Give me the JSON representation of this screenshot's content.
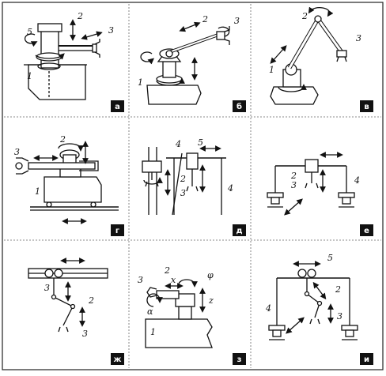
{
  "panels": [
    {
      "id": "a",
      "caption": "а",
      "labels": {
        "n1": "1",
        "n2": "2",
        "n3": "3",
        "n5": "5"
      }
    },
    {
      "id": "b",
      "caption": "б",
      "labels": {
        "n1": "1",
        "n2": "2",
        "n3": "3"
      }
    },
    {
      "id": "v",
      "caption": "в",
      "labels": {
        "n1": "1",
        "n2": "2",
        "n3": "3"
      }
    },
    {
      "id": "g",
      "caption": "г",
      "labels": {
        "n1": "1",
        "n2": "2",
        "n3": "3"
      }
    },
    {
      "id": "d",
      "caption": "д",
      "labels": {
        "n2": "2",
        "n3": "3",
        "n4a": "4",
        "n4b": "4",
        "n5": "5"
      }
    },
    {
      "id": "e",
      "caption": "е",
      "labels": {
        "n2": "2",
        "n3": "3",
        "n4": "4"
      }
    },
    {
      "id": "zh",
      "caption": "ж",
      "labels": {
        "n2": "2",
        "n3": "3"
      }
    },
    {
      "id": "z",
      "caption": "з",
      "labels": {
        "n1": "1",
        "n2": "2",
        "n3": "3",
        "x": "x",
        "z": "z",
        "phi": "φ",
        "alpha": "α"
      }
    },
    {
      "id": "i",
      "caption": "и",
      "labels": {
        "n2": "2",
        "n3": "3",
        "n4": "4",
        "n5": "5"
      }
    }
  ]
}
